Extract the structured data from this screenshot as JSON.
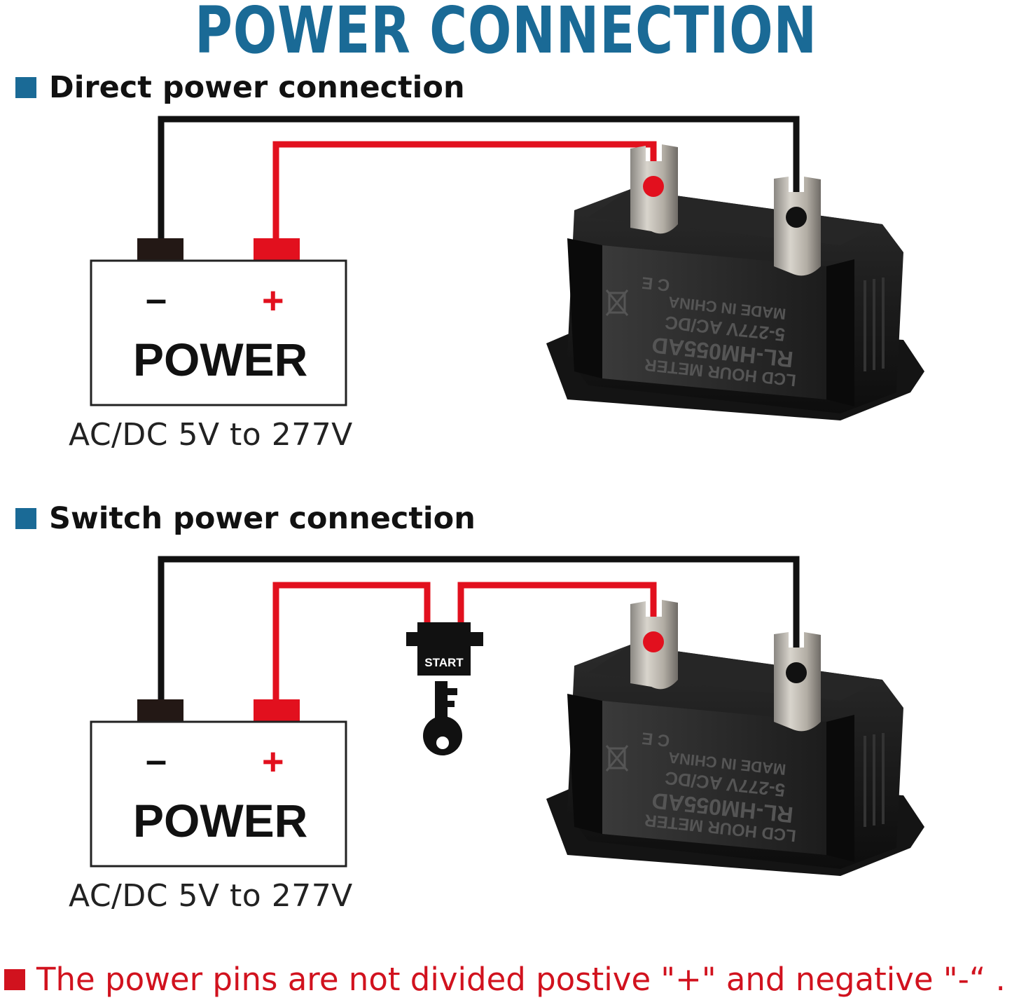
{
  "title": "POWER CONNECTION",
  "sections": [
    {
      "heading": "Direct power connection",
      "power_label": "POWER",
      "minus_sign": "–",
      "plus_sign": "+",
      "voltage": "AC/DC 5V to 277V"
    },
    {
      "heading": "Switch power connection",
      "power_label": "POWER",
      "minus_sign": "–",
      "plus_sign": "+",
      "voltage": "AC/DC 5V to 277V",
      "switch_label": "START"
    }
  ],
  "meter_label": {
    "line1": "LCD HOUR METER",
    "line2": "RL-HM055AD",
    "line3": "5-277V  AC/DC",
    "line4": "MADE IN CHINA",
    "marks": "C E"
  },
  "footer": "The power pins are not divided postive \"+\" and negative \"-“ .",
  "colors": {
    "title": "#1a6a96",
    "section_bullet": "#1a6a96",
    "footer_text": "#d1121e",
    "footer_bullet": "#d1121e",
    "wire_positive": "#e2101e",
    "wire_negative": "#111111",
    "terminal_negative": "#231815",
    "terminal_positive": "#e2101e"
  },
  "icons": [
    "key-icon",
    "weee-icon"
  ]
}
